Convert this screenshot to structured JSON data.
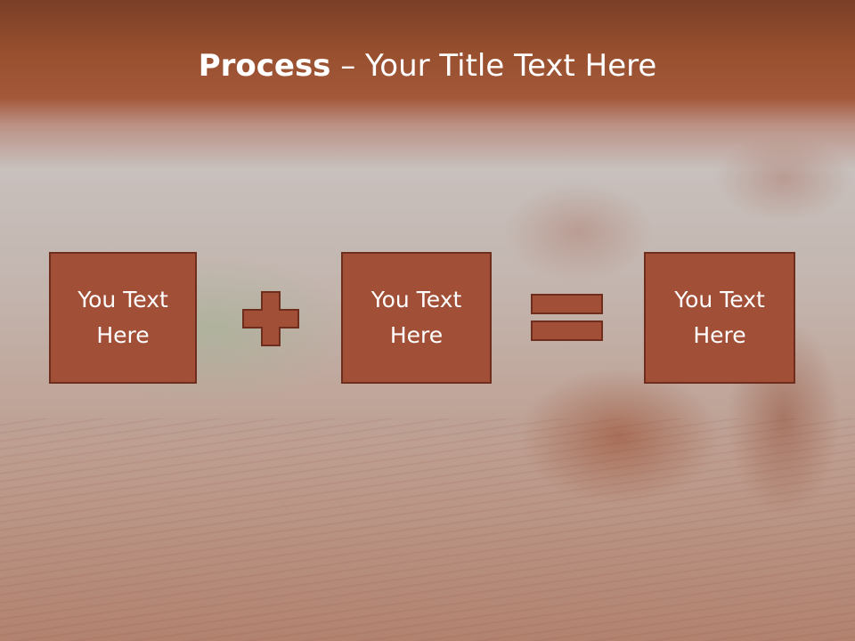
{
  "slide": {
    "title_bold": "Process",
    "title_rest": " – Your Title Text Here"
  },
  "process": {
    "boxes": [
      {
        "text": "You Text Here"
      },
      {
        "text": "You Text Here"
      },
      {
        "text": "You Text Here"
      }
    ],
    "operators": [
      "plus-icon",
      "equals-icon"
    ]
  },
  "colors": {
    "box_fill": "#a14f36",
    "box_border": "#6e2d1d",
    "title_band": "#98502f",
    "text": "#ffffff"
  }
}
